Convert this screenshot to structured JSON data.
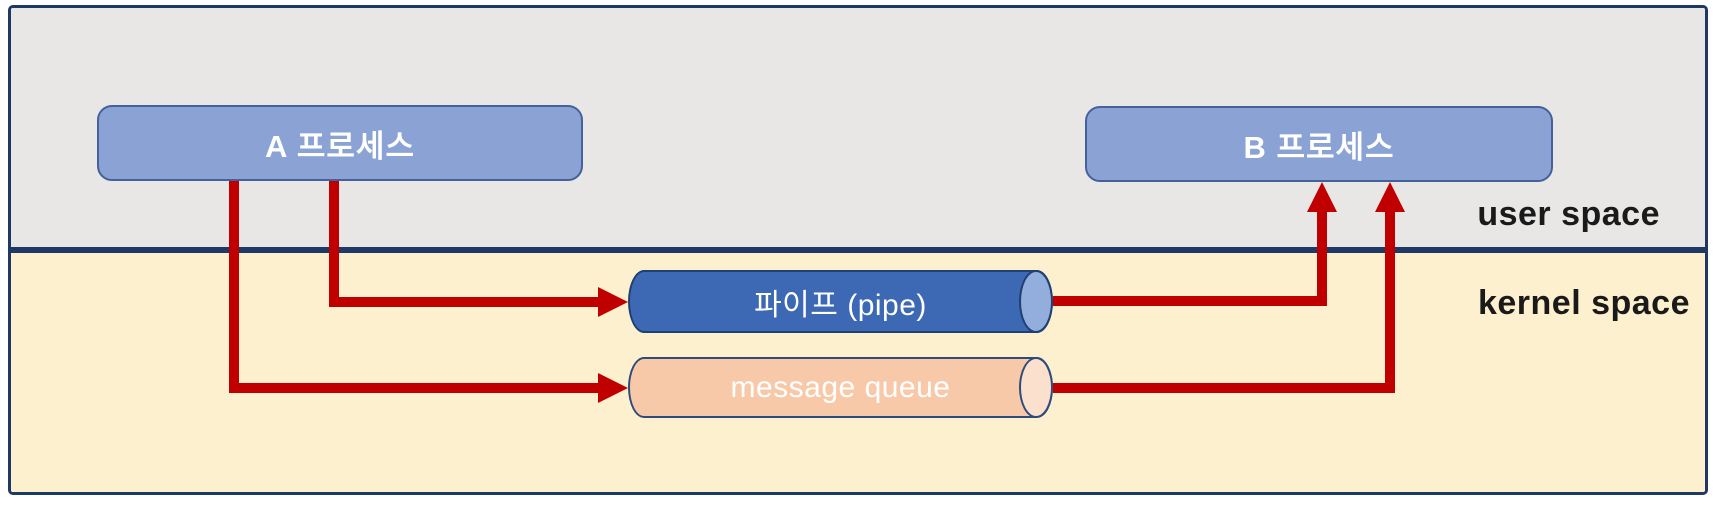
{
  "regions": {
    "user_space": {
      "label": "user space",
      "background": "#e8e7e6"
    },
    "kernel_space": {
      "label": "kernel space",
      "background": "#fdf0ce"
    }
  },
  "nodes": {
    "process_a": {
      "label": "A 프로세스",
      "fill": "#8aa3d4",
      "border": "#44619b",
      "text_color": "#ffffff"
    },
    "process_b": {
      "label": "B 프로세스",
      "fill": "#8aa3d4",
      "border": "#44619b",
      "text_color": "#ffffff"
    },
    "pipe": {
      "label": "파이프 (pipe)",
      "fill": "#3c68b4",
      "cap": "#93addc",
      "border": "#1f4070",
      "text_color": "#ffffff"
    },
    "message_queue": {
      "label": "message queue",
      "fill": "#f7c9a8",
      "cap": "#fbe0ce",
      "border": "#2f4b7e",
      "text_color": "#ffffff"
    }
  },
  "arrows": [
    {
      "from": "process-a",
      "to": "pipe"
    },
    {
      "from": "process-a",
      "to": "message-queue"
    },
    {
      "from": "pipe",
      "to": "process-b"
    },
    {
      "from": "message-queue",
      "to": "process-b"
    }
  ],
  "colors": {
    "frame": "#1f3864",
    "arrow": "#c00000",
    "label_dark": "#1a1a1a"
  }
}
